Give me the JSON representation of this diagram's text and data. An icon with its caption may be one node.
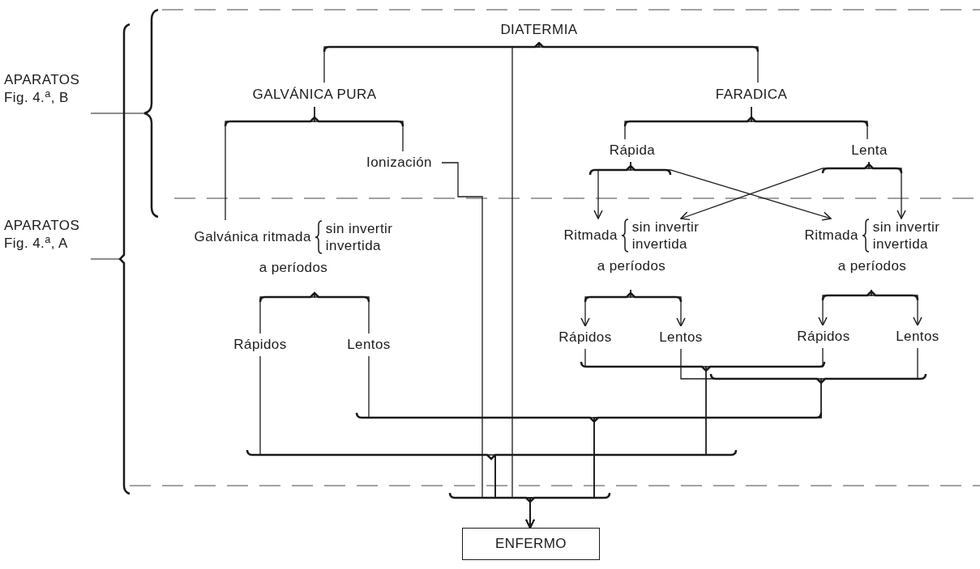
{
  "diagram": {
    "nodes": [
      {
        "text": [
          "DIATERMIA"
        ]
      },
      {
        "text": [
          "GALVÁNICA PURA"
        ]
      },
      {
        "text": [
          "FARADICA"
        ]
      },
      {
        "text": [
          "Ionización"
        ]
      },
      {
        "text": [
          "Galvánica ritmada",
          "sin invertir",
          "invertida",
          "a períodos"
        ]
      },
      {
        "text": [
          "Rápidos"
        ]
      },
      {
        "text": [
          "Lentos"
        ]
      },
      {
        "text": [
          "Rápida"
        ]
      },
      {
        "text": [
          "Lenta"
        ]
      },
      {
        "text": [
          "Ritmada",
          "sin invertir",
          "invertida",
          "a períodos"
        ]
      },
      {
        "text": [
          "Ritmada",
          "sin invertir",
          "invertida",
          "a períodos"
        ]
      },
      {
        "text": [
          "Rápidos"
        ]
      },
      {
        "text": [
          "Lentos"
        ]
      },
      {
        "text": [
          "Rápidos"
        ]
      },
      {
        "text": [
          "Lentos"
        ]
      },
      {
        "text": [
          "ENFERMO"
        ]
      }
    ],
    "edges": [
      {
        "from": 0,
        "to": 1,
        "arrow": "none"
      },
      {
        "from": 0,
        "to": 2,
        "arrow": "none"
      },
      {
        "from": 0,
        "to": 15,
        "arrow": "to"
      },
      {
        "from": 1,
        "to": 3,
        "arrow": "none"
      },
      {
        "from": 1,
        "to": 4,
        "arrow": "none"
      },
      {
        "from": 3,
        "to": 15,
        "arrow": "to"
      },
      {
        "from": 4,
        "to": 5,
        "arrow": "none"
      },
      {
        "from": 4,
        "to": 6,
        "arrow": "none"
      },
      {
        "from": 2,
        "to": 7,
        "arrow": "none"
      },
      {
        "from": 2,
        "to": 8,
        "arrow": "none"
      },
      {
        "from": 7,
        "to": 9,
        "arrow": "to"
      },
      {
        "from": 7,
        "to": 10,
        "arrow": "to"
      },
      {
        "from": 8,
        "to": 9,
        "arrow": "to"
      },
      {
        "from": 8,
        "to": 10,
        "arrow": "to"
      },
      {
        "from": 9,
        "to": 11,
        "arrow": "to"
      },
      {
        "from": 9,
        "to": 12,
        "arrow": "to"
      },
      {
        "from": 10,
        "to": 13,
        "arrow": "to"
      },
      {
        "from": 10,
        "to": 14,
        "arrow": "to"
      },
      {
        "from": 5,
        "to": 15,
        "arrow": "to"
      },
      {
        "from": 6,
        "to": 15,
        "arrow": "to"
      },
      {
        "from": 11,
        "to": 15,
        "arrow": "to"
      },
      {
        "from": 12,
        "to": 15,
        "arrow": "to"
      },
      {
        "from": 13,
        "to": 15,
        "arrow": "to"
      },
      {
        "from": 14,
        "to": 15,
        "arrow": "to"
      }
    ],
    "labels": [
      "APARATOS Fig. 4.$^{a}$, B",
      "APARATOS Fig. 4.$^{a}$, A"
    ]
  }
}
